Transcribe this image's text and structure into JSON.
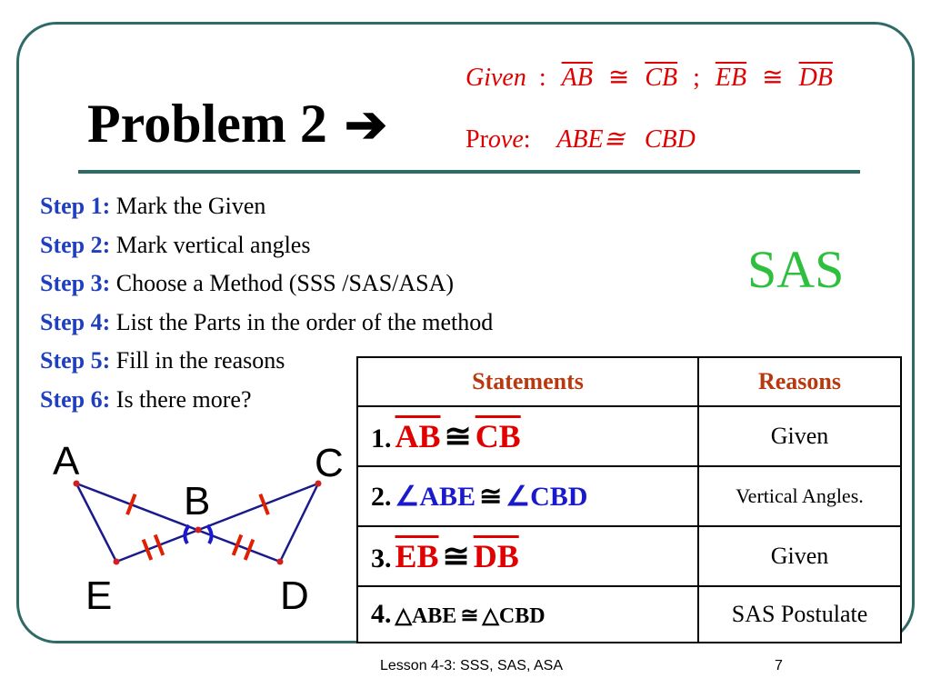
{
  "title": "Problem 2",
  "title_arrow": "➔",
  "given": {
    "label": "Given",
    "colon": ":",
    "seg1": "AB",
    "cong1": "≅",
    "seg2": "CB",
    "sep": ";",
    "seg3": "EB",
    "cong2": "≅",
    "seg4": "DB"
  },
  "prove": {
    "label": "Pr",
    "label_italic": "ove",
    "colon": ":",
    "statement": "ABE≅CBD"
  },
  "steps": [
    {
      "label": "Step 1:",
      "text": "Mark the Given"
    },
    {
      "label": "Step 2:",
      "text": "Mark vertical angles"
    },
    {
      "label": "Step 3:",
      "text": "Choose a Method (SSS /SAS/ASA)"
    },
    {
      "label": "Step 4:",
      "text": "List the Parts in the order of the method"
    },
    {
      "label": "Step 5:",
      "text": "Fill in the reasons"
    },
    {
      "label": "Step 6:",
      "text": "Is there more?"
    }
  ],
  "method": "SAS",
  "table": {
    "headers": [
      "Statements",
      "Reasons"
    ],
    "rows": [
      {
        "num": "1.",
        "a": "AB",
        "cong": "≅",
        "b": "CB",
        "reason": "Given"
      },
      {
        "num": "2.",
        "a": "∠ABE",
        "cong": "≅",
        "b": "∠CBD",
        "reason": "Vertical Angles."
      },
      {
        "num": "3.",
        "a": "EB",
        "cong": "≅",
        "b": "DB",
        "reason": "Given"
      },
      {
        "num": "4.",
        "a": "△ABE",
        "cong": "≅",
        "b": "△CBD",
        "reason": "SAS Postulate"
      }
    ]
  },
  "diagram": {
    "labels": {
      "A": "A",
      "B": "B",
      "C": "C",
      "D": "D",
      "E": "E"
    },
    "line_color": "#1a1a8c",
    "tick_color": "#e02000",
    "angle_mark_color": "#1a1acc"
  },
  "colors": {
    "frame": "#2f6b66",
    "given_text": "#e00000",
    "step_label": "#1f3fbf",
    "method": "#2fbf3f",
    "table_header": "#b8390f",
    "statement_blue": "#1a1acc"
  },
  "footer": "Lesson 4-3: SSS, SAS, ASA",
  "page_number": "7"
}
